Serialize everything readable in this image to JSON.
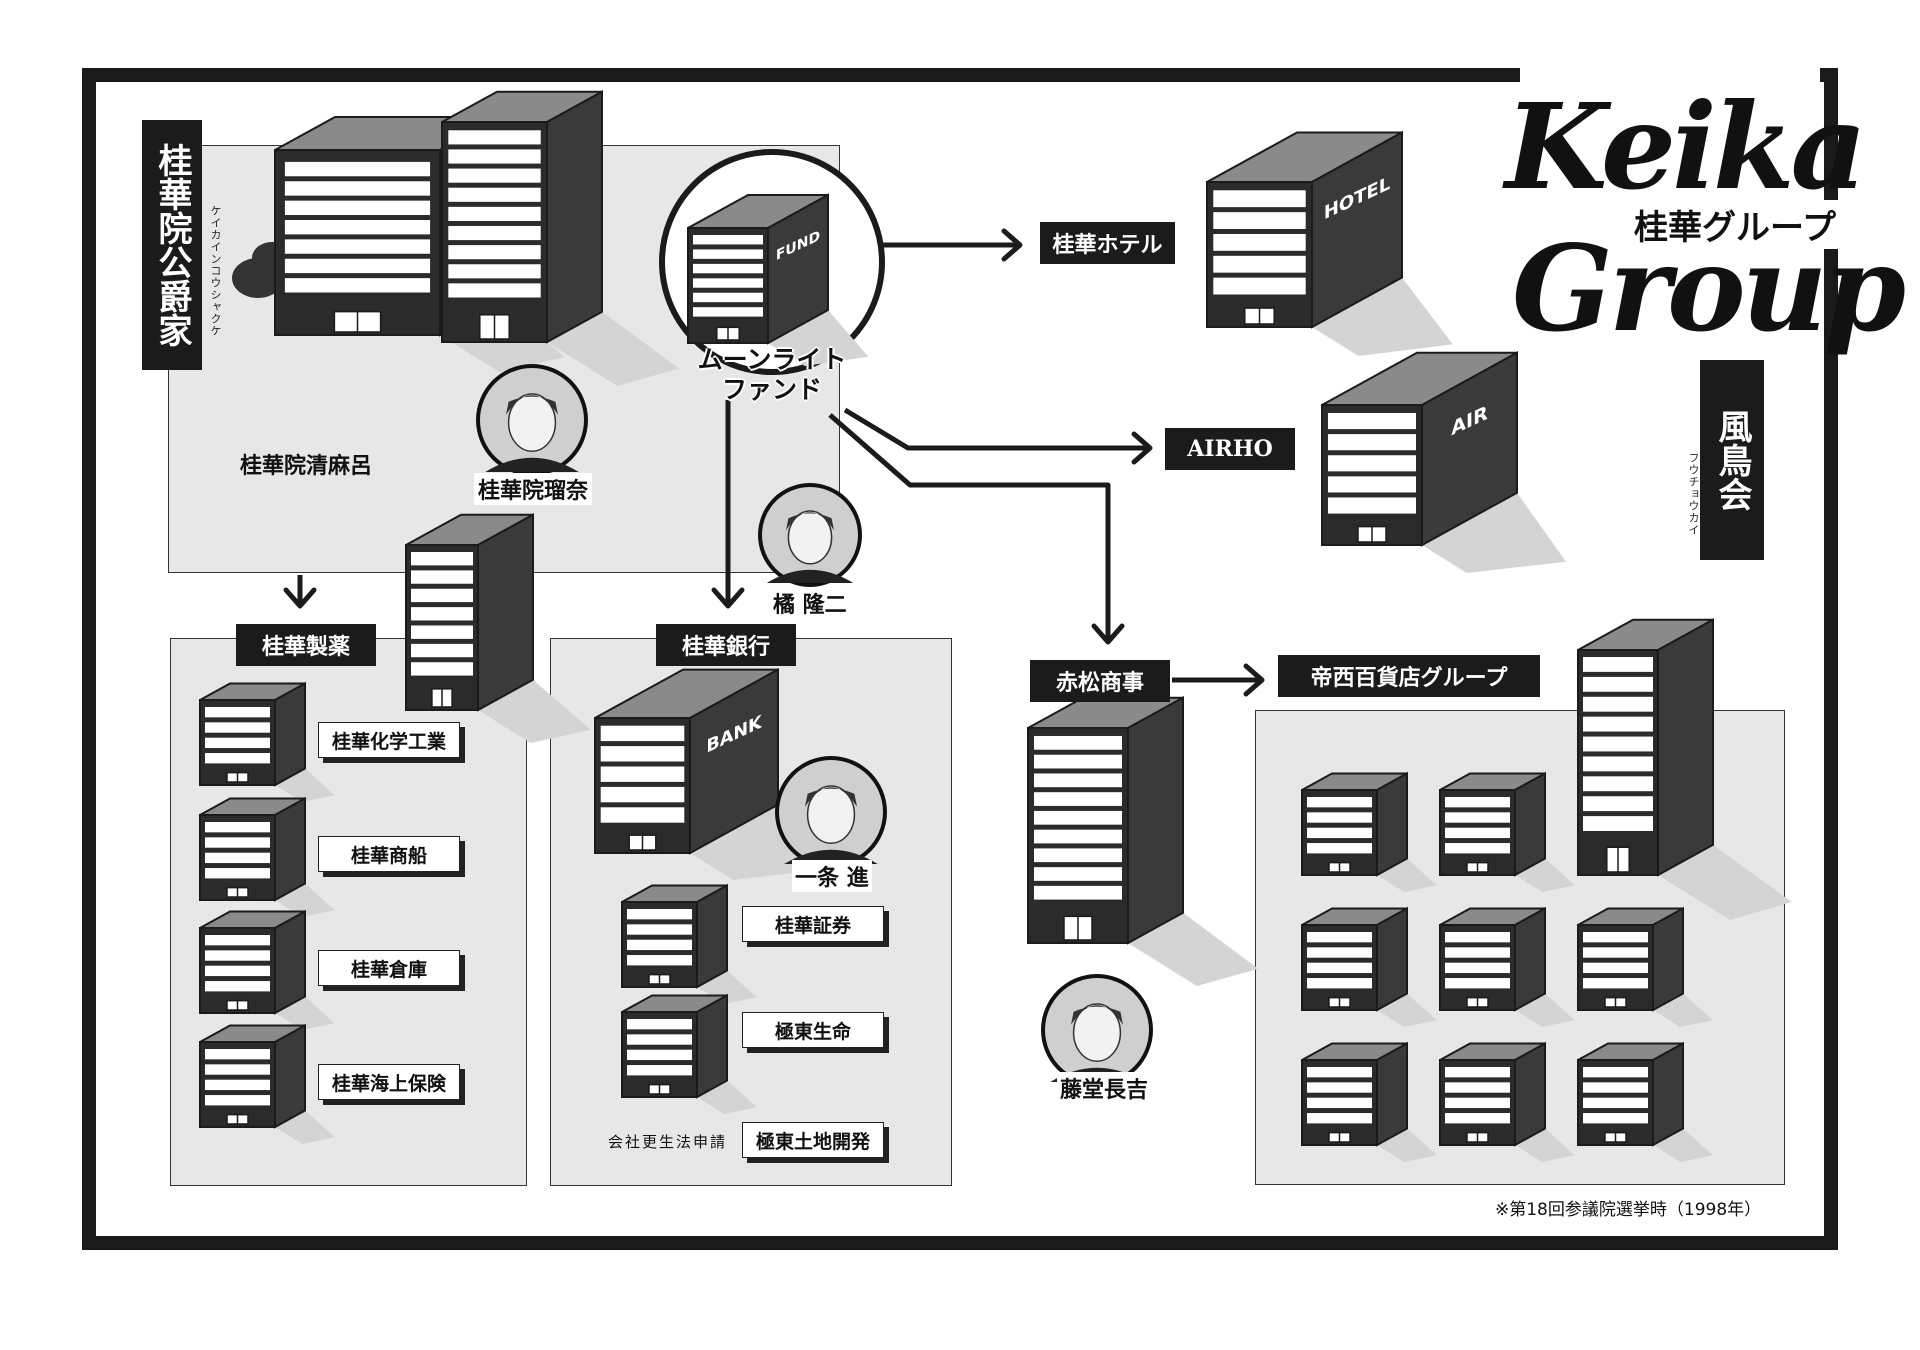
{
  "logo": {
    "line1": "Keika",
    "line2": "Group",
    "japanese": "桂華グループ"
  },
  "keikain": {
    "title": "桂華院公爵家",
    "furigana": "ケイカインコウシャクケ",
    "head": "桂華院清麻呂",
    "heir": "桂華院瑠奈"
  },
  "fuchokai": {
    "title": "風鳥会",
    "furigana": "フウチョウカイ"
  },
  "fund": {
    "sign": "FUND",
    "name_line1": "ムーンライト",
    "name_line2": "ファンド"
  },
  "hotel": {
    "label": "桂華ホテル",
    "sign": "HOTEL"
  },
  "airline": {
    "label": "AIRHO",
    "sign": "AIR"
  },
  "pharma": {
    "label": "桂華製薬",
    "subsidiaries": [
      "桂華化学工業",
      "桂華商船",
      "桂華倉庫",
      "桂華海上保険"
    ]
  },
  "bank": {
    "label": "桂華銀行",
    "sign": "BANK",
    "person_top": "橘 隆二",
    "person_mid": "一条 進",
    "subsidiaries": [
      "桂華証券",
      "極東生命",
      "極東土地開発"
    ],
    "note": "会社更生法申請"
  },
  "akamatsu": {
    "label": "赤松商事",
    "person": "藤堂長吉"
  },
  "teisai": {
    "label": "帝西百貨店グループ"
  },
  "footnote": "※第18回参議院選挙時（1998年）",
  "colors": {
    "ink": "#1b1b1b",
    "panel": "#e7e7e7",
    "building_front": "#ffffff",
    "building_side": "#3a3a3a"
  }
}
